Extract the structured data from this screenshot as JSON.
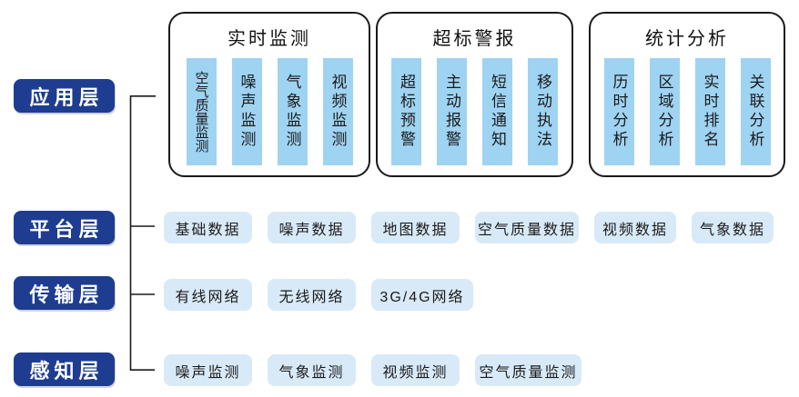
{
  "layers": [
    {
      "label": "应用层"
    },
    {
      "label": "平台层"
    },
    {
      "label": "传输层"
    },
    {
      "label": "感知层"
    }
  ],
  "app_groups": [
    {
      "title": "实时监测",
      "items": [
        "空气质量监测",
        "噪声监测",
        "气象监测",
        "视频监测"
      ]
    },
    {
      "title": "超标警报",
      "items": [
        "超标预警",
        "主动报警",
        "短信通知",
        "移动执法"
      ]
    },
    {
      "title": "统计分析",
      "items": [
        "历时分析",
        "区域分析",
        "实时排名",
        "关联分析"
      ]
    }
  ],
  "rows": {
    "platform": [
      "基础数据",
      "噪声数据",
      "地图数据",
      "空气质量数据",
      "视频数据",
      "气象数据"
    ],
    "transport": [
      "有线网络",
      "无线网络",
      "3G/4G网络"
    ],
    "perception": [
      "噪声监测",
      "气象监测",
      "视频监测",
      "空气质量监测"
    ]
  },
  "colors": {
    "layer_label_bg": "#1e3c90",
    "bar_fill": "#9fd3f2",
    "chip_fill": "#d8eaf8",
    "line": "#1a1a1a"
  }
}
